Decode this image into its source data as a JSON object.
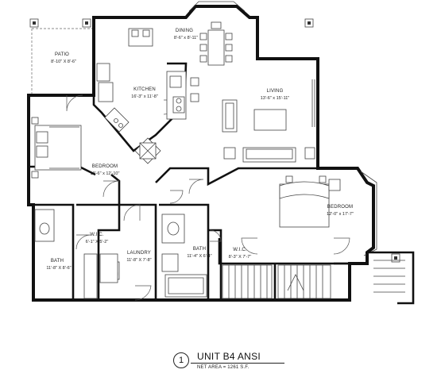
{
  "plan": {
    "rooms": [
      {
        "id": "patio",
        "name": "PATIO",
        "dim": "8'-10\" X 8'-6\""
      },
      {
        "id": "dining",
        "name": "DINING",
        "dim": "8'-6\" x 8'-11\""
      },
      {
        "id": "kitchen",
        "name": "KITCHEN",
        "dim": "16'-3\" x 11'-8\""
      },
      {
        "id": "living",
        "name": "LIVING",
        "dim": "13'-6\" x 15'-11\""
      },
      {
        "id": "bedroom1",
        "name": "BEDROOM",
        "dim": "13'-6\" x 12'-10\""
      },
      {
        "id": "bedroom2",
        "name": "BEDROOM",
        "dim": "12'-0\" x 17'-7\""
      },
      {
        "id": "wic1",
        "name": "W.I.C.",
        "dim": "6'-1\" X 5'-2\""
      },
      {
        "id": "laundry",
        "name": "LAUNDRY",
        "dim": "11'-8\" X 7'-8\""
      },
      {
        "id": "bath1",
        "name": "BATH",
        "dim": "11'-8\" X 8'-6\""
      },
      {
        "id": "bath2",
        "name": "BATH",
        "dim": "11'-4\" X 6'-4\""
      },
      {
        "id": "wic2",
        "name": "W.I.C.",
        "dim": "8'-3\" X 7'-7\""
      }
    ]
  },
  "title_block": {
    "number": "1",
    "title": "UNIT B4 ANSI",
    "subtitle": "NET AREA = 1261 S.F."
  }
}
